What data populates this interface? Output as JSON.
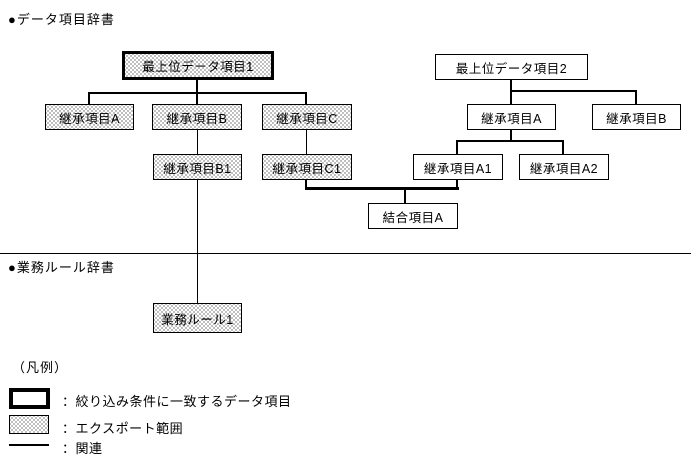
{
  "diagram": {
    "section_data_dictionary": {
      "title": "●データ項目辞書"
    },
    "section_business_rules": {
      "title": "●業務ルール辞書"
    },
    "nodes": {
      "top1": {
        "label": "最上位データ項目1",
        "style": "filter-match + export-range"
      },
      "inherit_a": {
        "label": "継承項目A",
        "style": "export-range"
      },
      "inherit_b": {
        "label": "継承項目B",
        "style": "export-range"
      },
      "inherit_c": {
        "label": "継承項目C",
        "style": "export-range"
      },
      "inherit_b1": {
        "label": "継承項目B1",
        "style": "export-range"
      },
      "inherit_c1": {
        "label": "継承項目C1",
        "style": "export-range"
      },
      "top2": {
        "label": "最上位データ項目2",
        "style": "plain"
      },
      "inherit2_a": {
        "label": "継承項目A",
        "style": "plain"
      },
      "inherit2_b": {
        "label": "継承項目B",
        "style": "plain"
      },
      "inherit2_a1": {
        "label": "継承項目A1",
        "style": "plain"
      },
      "inherit2_a2": {
        "label": "継承項目A2",
        "style": "plain"
      },
      "join_a": {
        "label": "結合項目A",
        "style": "plain"
      },
      "rule1": {
        "label": "業務ルール1",
        "style": "export-range"
      }
    },
    "legend": {
      "title": "（凡例）",
      "items": [
        {
          "swatch": "thick-border-box",
          "label": "：絞り込み条件に一致するデータ項目"
        },
        {
          "swatch": "dotted-fill-box",
          "label": "：エクスポート範囲"
        },
        {
          "swatch": "line",
          "label": "：関連"
        }
      ]
    },
    "colors": {
      "line": "#000000",
      "background": "#ffffff"
    }
  }
}
